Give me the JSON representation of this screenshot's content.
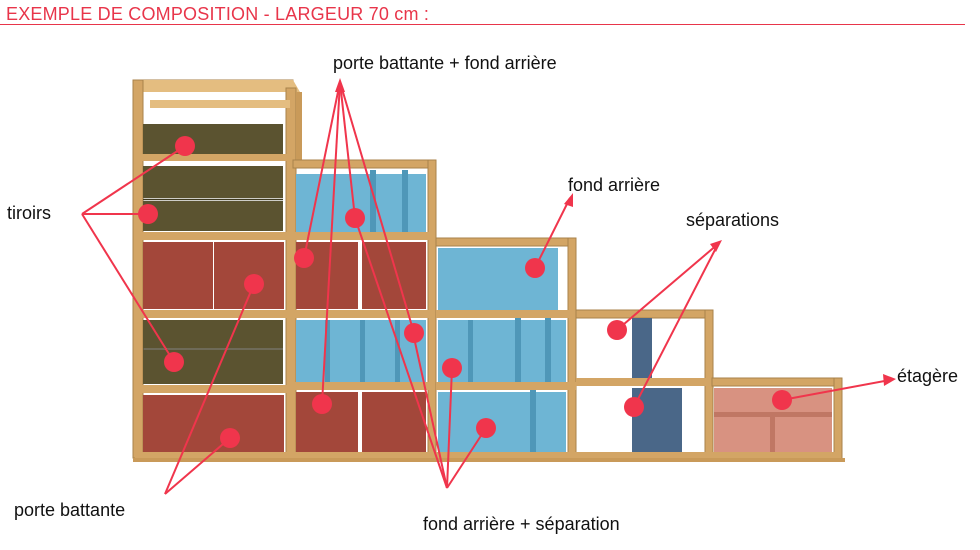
{
  "header": {
    "title": "EXEMPLE DE COMPOSITION - LARGEUR 70 cm :"
  },
  "labels": {
    "tiroirs": "tiroirs",
    "porte_battante_fond": "porte battante + fond arrière",
    "fond_arriere": "fond arrière",
    "separations": "séparations",
    "etagere": "étagère",
    "porte_battante": "porte battante",
    "fond_separation": "fond arrière + séparation"
  },
  "colors": {
    "accent": "#e8354a",
    "frame_wood": "#d3a565",
    "drawer_olive": "#5b5330",
    "door_red": "#a3473a",
    "back_blue": "#6eb5d4",
    "separator_navy": "#4a6788",
    "shelf_pink": "#d89281",
    "marker": "#f0354c"
  }
}
